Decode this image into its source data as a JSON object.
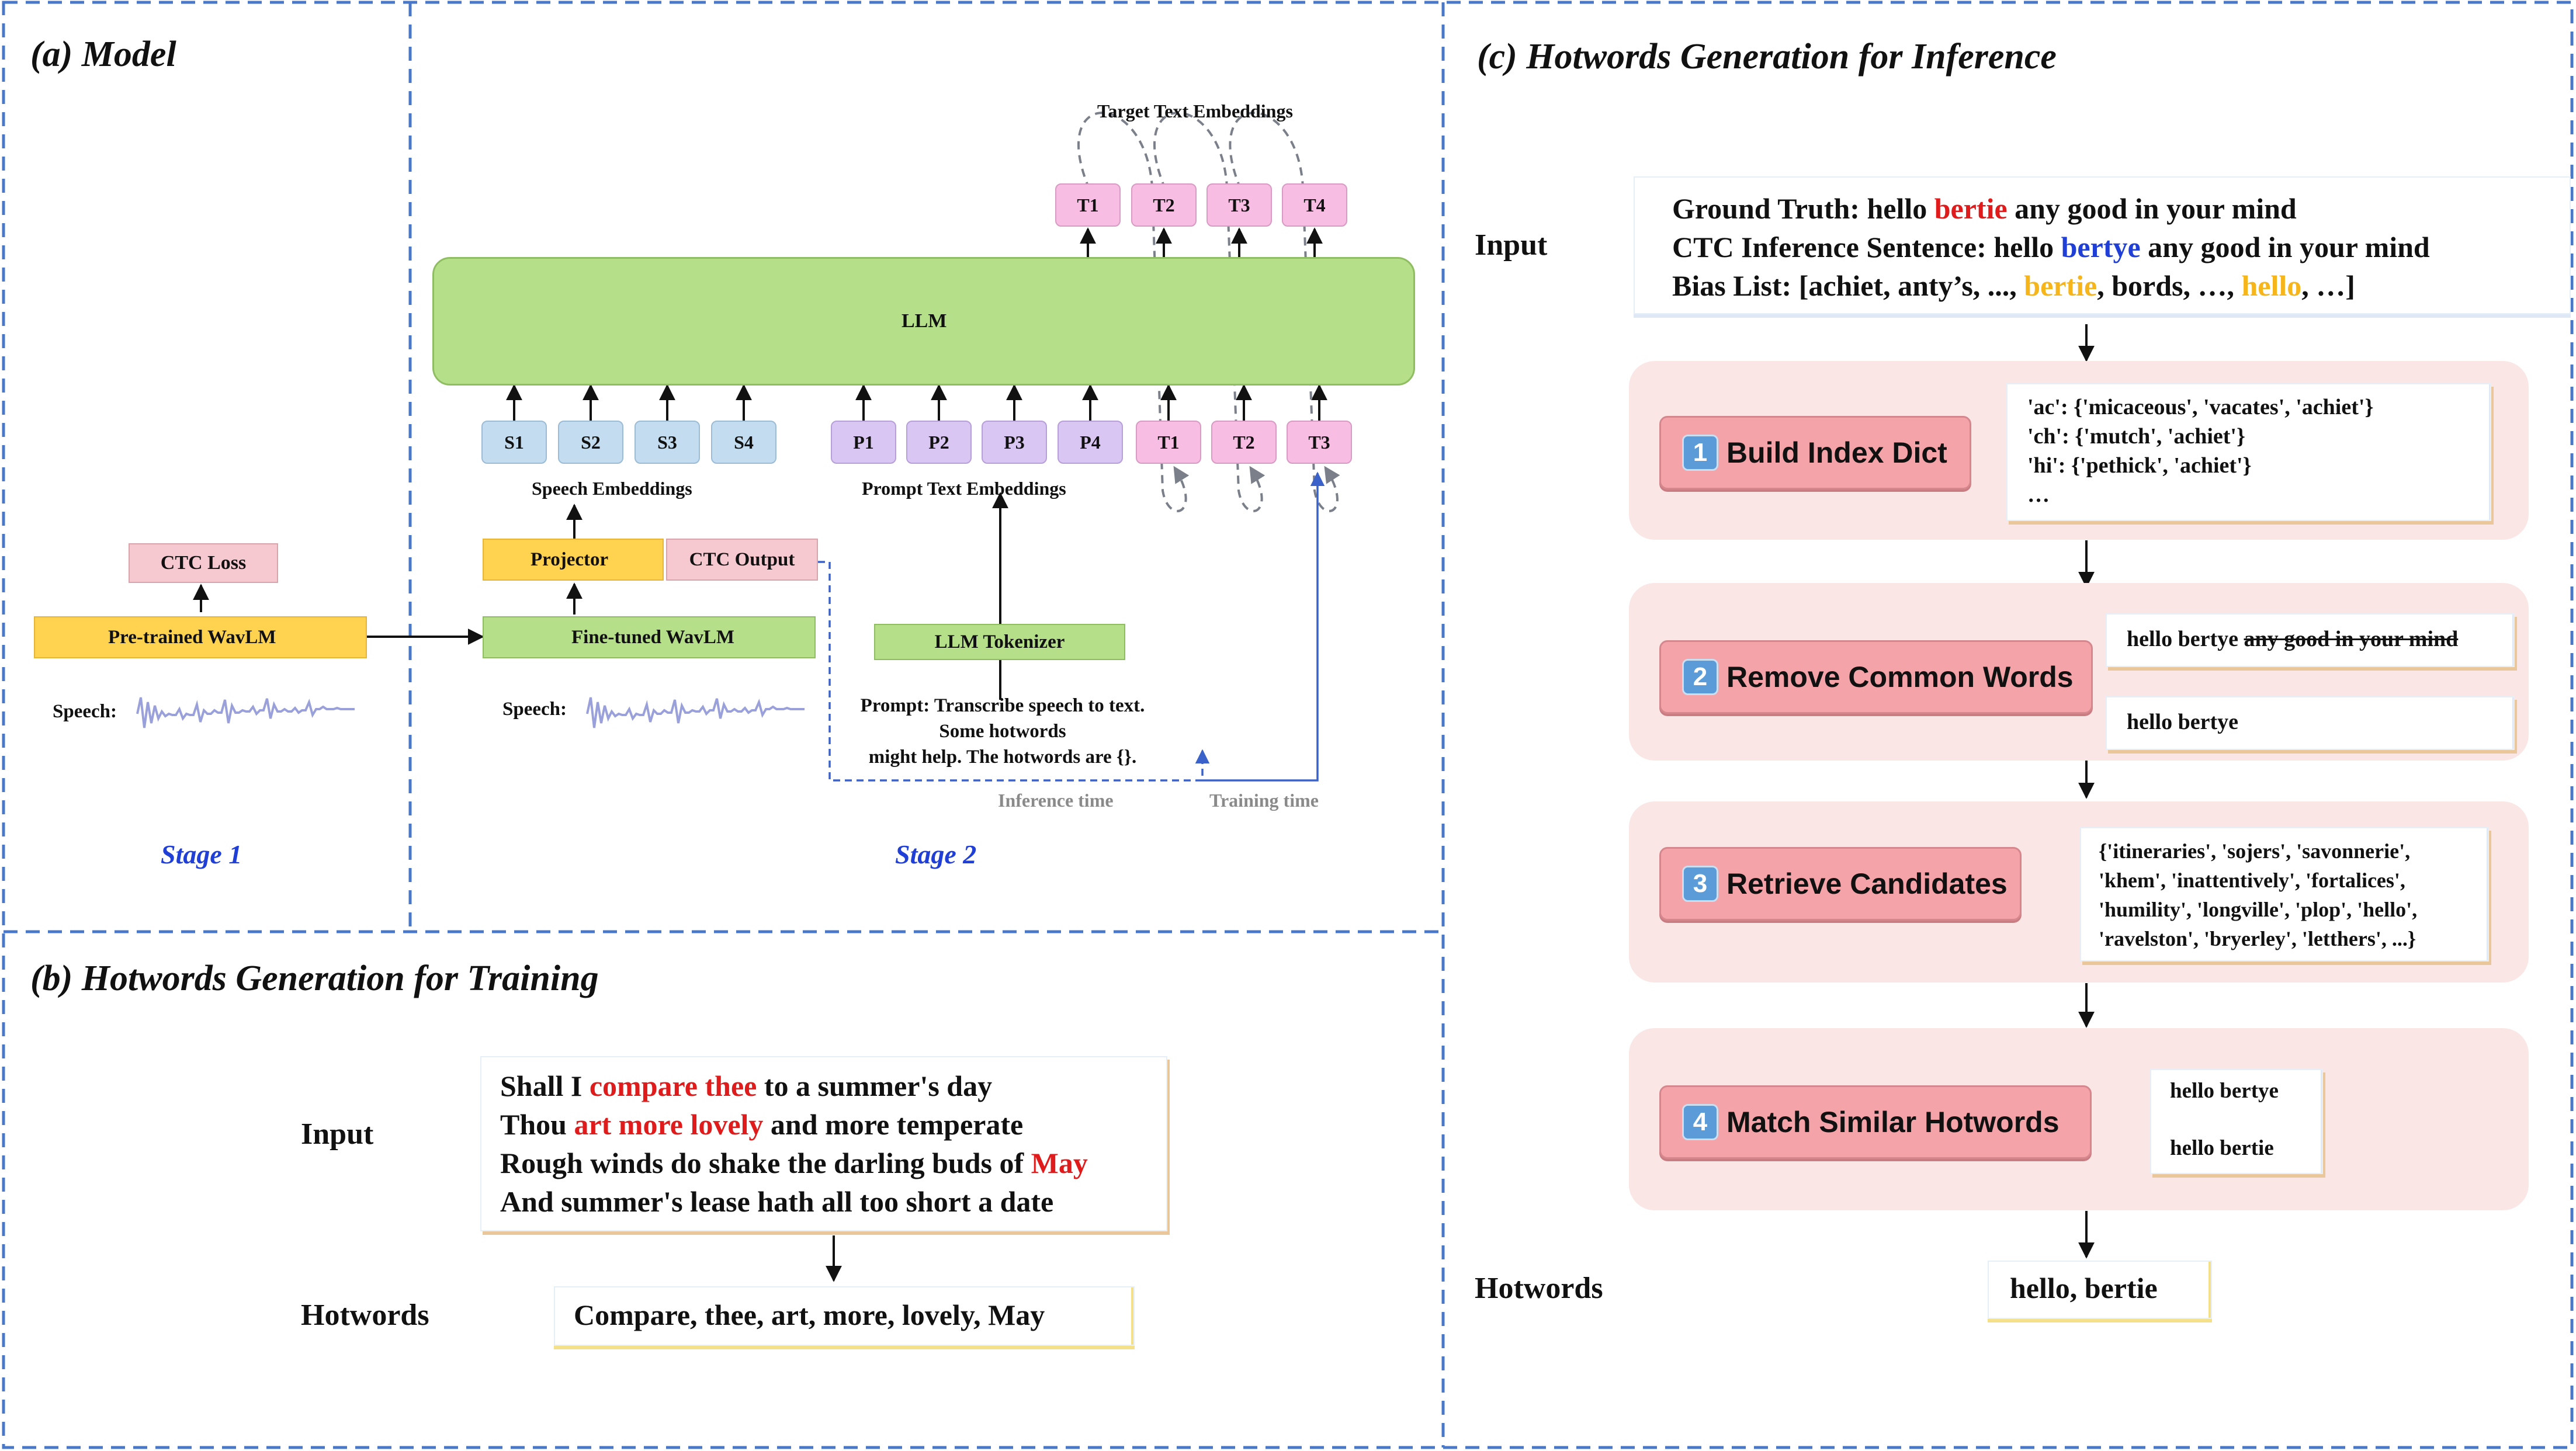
{
  "section_a": {
    "title": "(a) Model",
    "stage1": "Stage 1",
    "stage2": "Stage 2",
    "ctc_loss": "CTC Loss",
    "pretrained_wavlm": "Pre-trained WavLM",
    "speech_label_1": "Speech:",
    "projector": "Projector",
    "ctc_output": "CTC Output",
    "finetuned_wavlm": "Fine-tuned WavLM",
    "speech_label_2": "Speech:",
    "speech_embeddings": "Speech Embeddings",
    "prompt_text_embeddings": "Prompt Text Embeddings",
    "target_text_embeddings": "Target Text Embeddings",
    "llm": "LLM",
    "llm_tokenizer": "LLM Tokenizer",
    "prompt_line1": "Prompt: Transcribe speech to text. Some hotwords",
    "prompt_line2": "might help. The hotwords are {}.",
    "inference_time": "Inference time",
    "training_time": "Training time",
    "s_tokens": [
      "S1",
      "S2",
      "S3",
      "S4"
    ],
    "p_tokens": [
      "P1",
      "P2",
      "P3",
      "P4"
    ],
    "t_in_tokens": [
      "T1",
      "T2",
      "T3"
    ],
    "t_out_tokens": [
      "T1",
      "T2",
      "T3",
      "T4"
    ],
    "colors": {
      "yellow": "#ffd34f",
      "green": "#b6df8a",
      "pink": "#f6c8cf",
      "blue": "#c4dcef",
      "purple": "#dac6f3",
      "tpink": "#f7bde2"
    }
  },
  "section_b": {
    "title": "(b) Hotwords Generation for Training",
    "input_label": "Input",
    "hotwords_label": "Hotwords",
    "lines": [
      [
        {
          "t": "Shall I ",
          "c": "black"
        },
        {
          "t": "compare thee",
          "c": "red"
        },
        {
          "t": " to a summer's day",
          "c": "black"
        }
      ],
      [
        {
          "t": "Thou ",
          "c": "black"
        },
        {
          "t": "art more lovely",
          "c": "red"
        },
        {
          "t": " and more temperate",
          "c": "black"
        }
      ],
      [
        {
          "t": "Rough winds do shake the darling buds of ",
          "c": "black"
        },
        {
          "t": "May",
          "c": "red"
        }
      ],
      [
        {
          "t": "And summer's lease hath all too short a date",
          "c": "black"
        }
      ]
    ],
    "hotwords": "Compare, thee, art, more, lovely, May"
  },
  "section_c": {
    "title": "(c) Hotwords Generation for Inference",
    "input_label": "Input",
    "hotwords_label": "Hotwords",
    "input_lines": [
      [
        {
          "t": "Ground Truth:  hello ",
          "c": "black"
        },
        {
          "t": "bertie",
          "c": "red"
        },
        {
          "t": " any good in your mind",
          "c": "black"
        }
      ],
      [
        {
          "t": "CTC Inference Sentence: hello ",
          "c": "black"
        },
        {
          "t": "bertye",
          "c": "blue"
        },
        {
          "t": " any good in your mind",
          "c": "black"
        }
      ],
      [
        {
          "t": "Bias List: [achiet, anty’s, ..., ",
          "c": "black"
        },
        {
          "t": "bertie",
          "c": "orange"
        },
        {
          "t": ", bords, …, ",
          "c": "black"
        },
        {
          "t": "hello",
          "c": "orange"
        },
        {
          "t": ", …]",
          "c": "black"
        }
      ]
    ],
    "step1": {
      "num": "1",
      "label": "Build Index Dict",
      "lines": [
        "'ac': {'micaceous', 'vacates', 'achiet'}",
        "'ch': {'mutch', 'achiet'}",
        "'hi': {'pethick', 'achiet'}",
        "…"
      ]
    },
    "step2": {
      "num": "2",
      "label": "Remove Common Words",
      "line1_plain": "hello bertye ",
      "line1_struck": "any good in your mind",
      "line2": "hello bertye"
    },
    "step3": {
      "num": "3",
      "label": "Retrieve Candidates",
      "lines": [
        "{'itineraries',  'sojers',  'savonnerie',",
        "'khem', 'inattentively', 'fortalices',",
        "'humility', 'longville', 'plop', 'hello',",
        "'ravelston', 'bryerley', 'letthers', ...}"
      ]
    },
    "step4": {
      "num": "4",
      "label": "Match Similar Hotwords",
      "top": "hello bertye",
      "bottom": "hello bertie"
    },
    "hotwords": "hello, bertie"
  }
}
